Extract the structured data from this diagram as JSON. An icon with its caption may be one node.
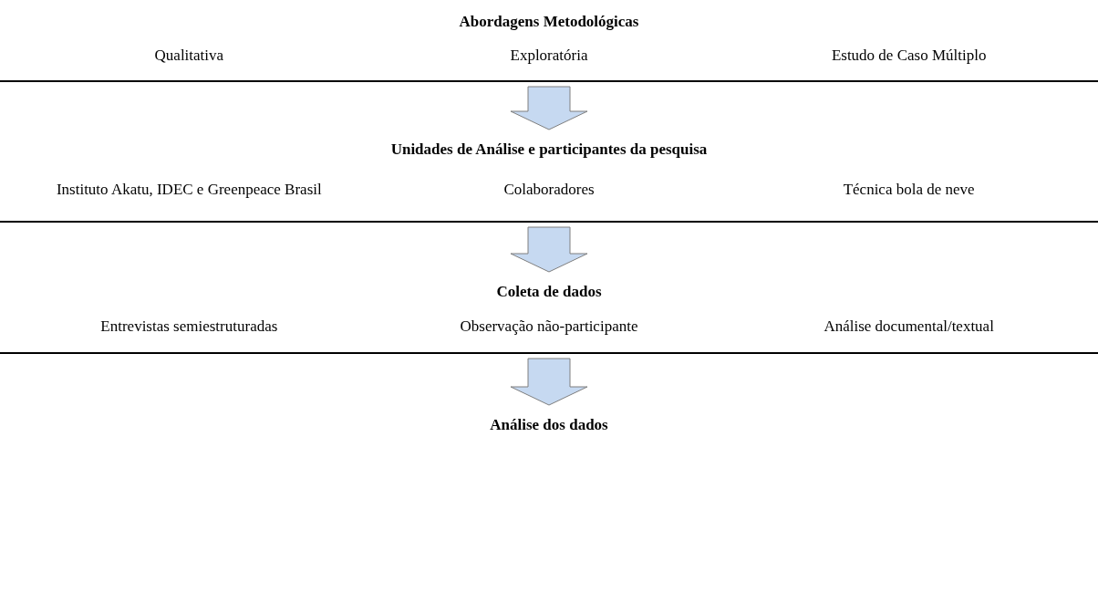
{
  "diagram": {
    "nodes": [
      {
        "text": [
          "Abordagens Metodológicas",
          "Qualitativa",
          "Exploratória",
          "Estudo de Caso Múltiplo"
        ]
      },
      {
        "text": [
          "Unidades de Análise e participantes da pesquisa",
          "Instituto Akatu, IDEC e Greenpeace Brasil",
          "Colaboradores",
          "Técnica bola de neve"
        ]
      },
      {
        "text": [
          "Coleta de dados",
          "Entrevistas semiestruturadas",
          "Observação não-participante",
          "Análise documental/textual"
        ]
      },
      {
        "text": [
          "Análise dos dados"
        ]
      }
    ],
    "edges": [
      {
        "from": 0,
        "to": 1,
        "arrow": "to"
      },
      {
        "from": 1,
        "to": 2,
        "arrow": "to"
      },
      {
        "from": 2,
        "to": 3,
        "arrow": "to"
      }
    ]
  }
}
